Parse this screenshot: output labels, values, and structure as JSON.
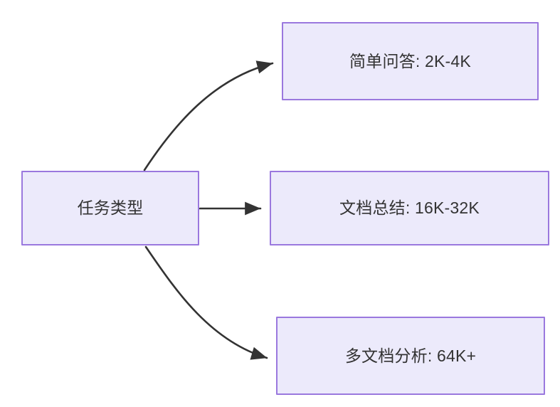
{
  "diagram": {
    "type": "flowchart",
    "direction": "left-to-right",
    "background_color": "#FFFFFF",
    "node_fill_color": "#ECEAFB",
    "node_border_color": "#9A78DE",
    "text_color": "#333333",
    "edge_color": "#333333",
    "source": {
      "id": "task-type",
      "label": "任务类型"
    },
    "targets": [
      {
        "id": "simple-qa",
        "label": "简单问答: 2K-4K",
        "category": "简单问答",
        "range": "2K-4K"
      },
      {
        "id": "doc-summary",
        "label": "文档总结: 16K-32K",
        "category": "文档总结",
        "range": "16K-32K"
      },
      {
        "id": "multi-doc-analysis",
        "label": "多文档分析: 64K+",
        "category": "多文档分析",
        "range": "64K+"
      }
    ],
    "edges": [
      {
        "id": "edge-1",
        "from": "task-type",
        "to": "simple-qa",
        "style": "curved",
        "arrow": "arrowhead-right"
      },
      {
        "id": "edge-2",
        "from": "task-type",
        "to": "doc-summary",
        "style": "straight",
        "arrow": "arrowhead-right"
      },
      {
        "id": "edge-3",
        "from": "task-type",
        "to": "multi-doc-analysis",
        "style": "curved",
        "arrow": "arrowhead-right"
      }
    ]
  }
}
